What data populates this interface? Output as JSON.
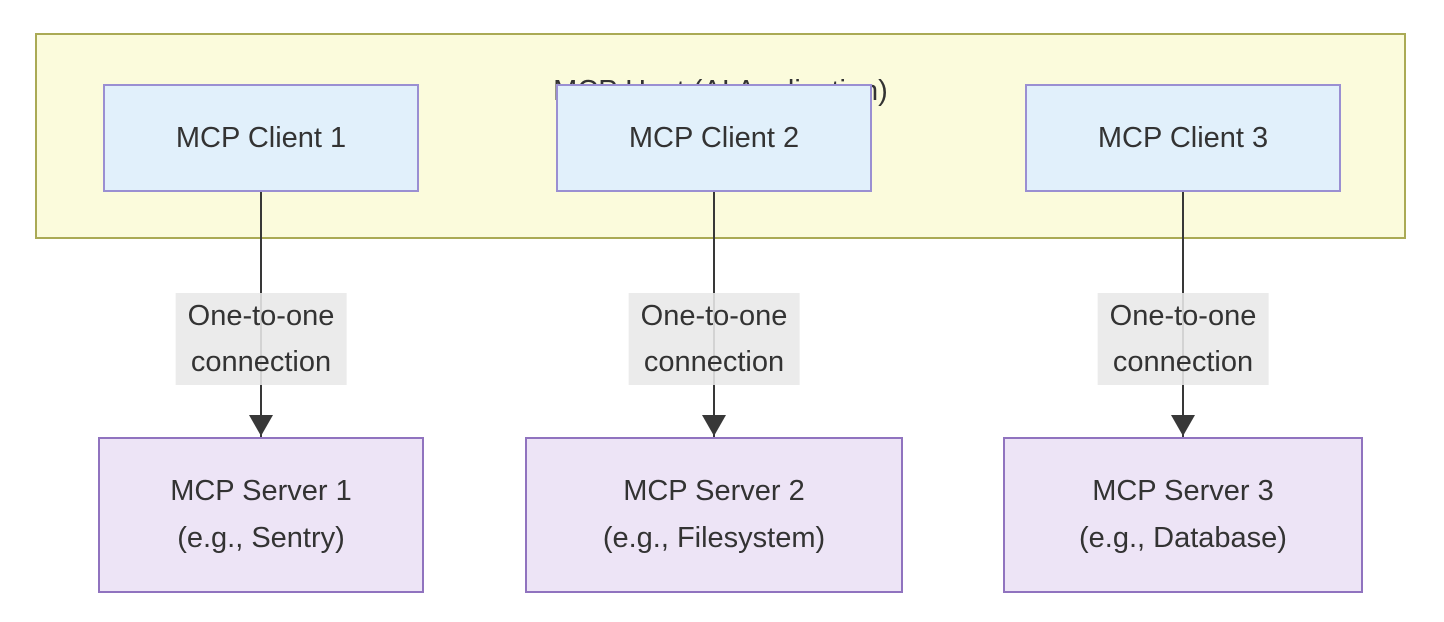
{
  "host": {
    "title": "MCP Host (AI Application)"
  },
  "clients": [
    {
      "label": "MCP Client 1"
    },
    {
      "label": "MCP Client 2"
    },
    {
      "label": "MCP Client 3"
    }
  ],
  "connections": [
    {
      "line1": "One-to-one",
      "line2": "connection"
    },
    {
      "line1": "One-to-one",
      "line2": "connection"
    },
    {
      "line1": "One-to-one",
      "line2": "connection"
    }
  ],
  "servers": [
    {
      "name": "MCP Server 1",
      "example": "(e.g., Sentry)"
    },
    {
      "name": "MCP Server 2",
      "example": "(e.g., Filesystem)"
    },
    {
      "name": "MCP Server 3",
      "example": "(e.g., Database)"
    }
  ],
  "colors": {
    "host_fill": "#fbfbdc",
    "host_border": "#aaaa55",
    "client_fill": "#e1f0fb",
    "client_border": "#9a8fd2",
    "server_fill": "#ede4f6",
    "server_border": "#9073bf",
    "label_bg": "rgba(232,232,232,0.88)",
    "connector": "#383838",
    "text": "#333333"
  }
}
